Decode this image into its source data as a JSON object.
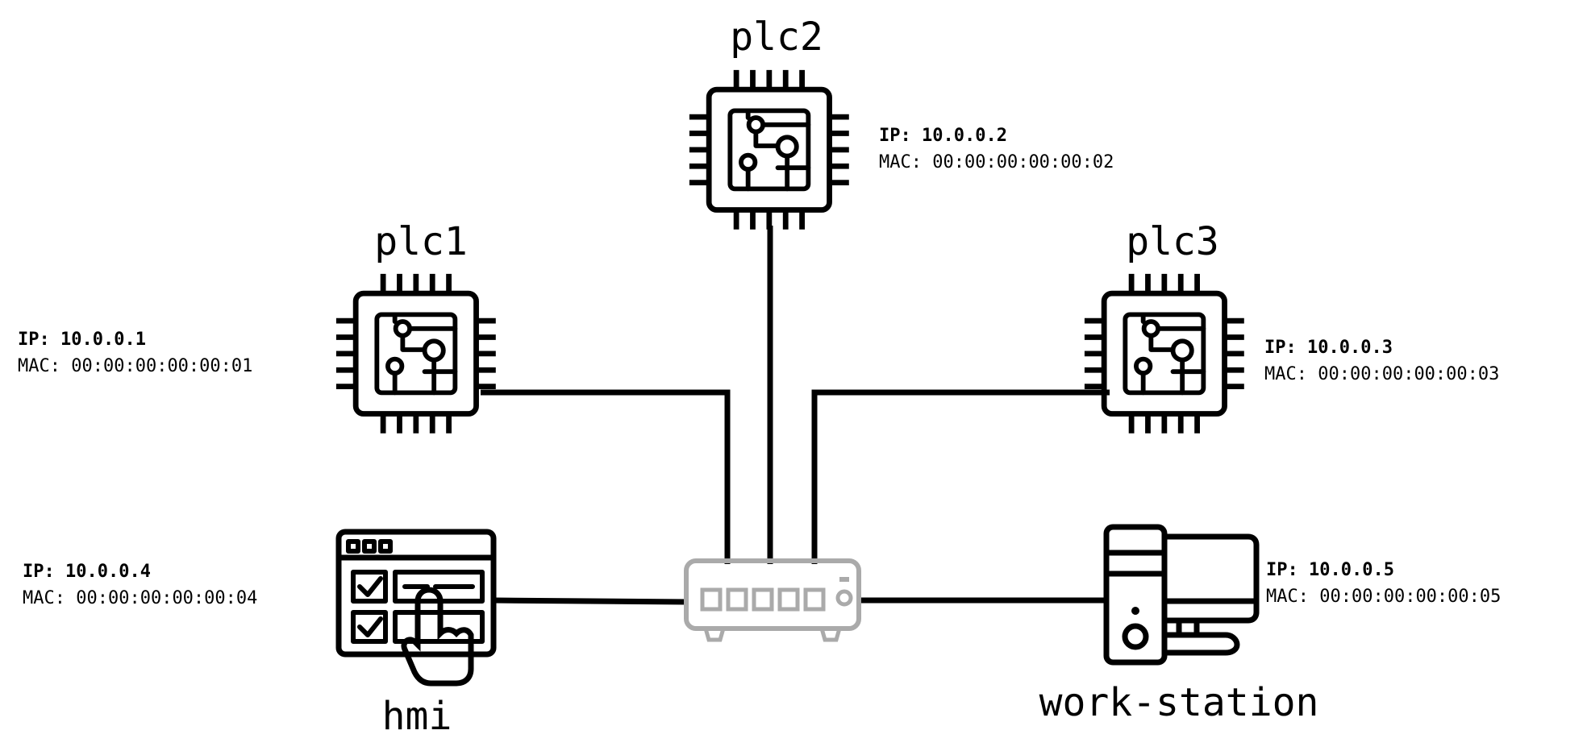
{
  "colors": {
    "line": "#000000",
    "switch": "#aaaaaa",
    "background": "#ffffff"
  },
  "switch": {
    "icon": "network-switch-icon"
  },
  "devices": {
    "plc1": {
      "name": "plc1",
      "icon": "cpu-chip-icon",
      "ip_label": "IP:",
      "ip": "10.0.0.1",
      "mac_label": "MAC:",
      "mac": "00:00:00:00:00:01"
    },
    "plc2": {
      "name": "plc2",
      "icon": "cpu-chip-icon",
      "ip_label": "IP:",
      "ip": "10.0.0.2",
      "mac_label": "MAC:",
      "mac": "00:00:00:00:00:02"
    },
    "plc3": {
      "name": "plc3",
      "icon": "cpu-chip-icon",
      "ip_label": "IP:",
      "ip": "10.0.0.3",
      "mac_label": "MAC:",
      "mac": "00:00:00:00:00:03"
    },
    "hmi": {
      "name": "hmi",
      "icon": "touch-panel-icon",
      "ip_label": "IP:",
      "ip": "10.0.0.4",
      "mac_label": "MAC:",
      "mac": "00:00:00:00:00:04"
    },
    "workstation": {
      "name": "work-station",
      "icon": "desktop-computer-icon",
      "ip_label": "IP:",
      "ip": "10.0.0.5",
      "mac_label": "MAC:",
      "mac": "00:00:00:00:00:05"
    }
  }
}
